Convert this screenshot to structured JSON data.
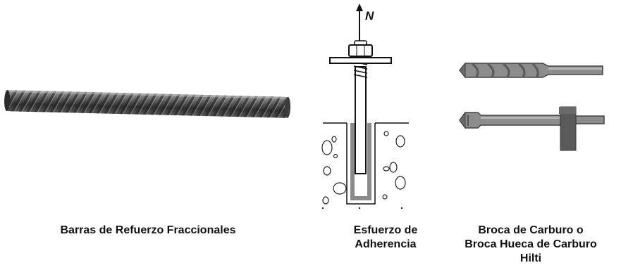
{
  "figures": {
    "rebar": {
      "caption": "Barras de Refuerzo Fraccionales"
    },
    "bond_stress": {
      "force_label": "N",
      "caption_lines": [
        "Esfuerzo de",
        "Adherencia"
      ]
    },
    "carbide_bit": {
      "caption_lines": [
        "Broca de Carburo o",
        "Broca Hueca de Carburo",
        "Hilti"
      ]
    }
  },
  "colors": {
    "steel_dark": "#3a3a3a",
    "steel_mid": "#777777",
    "drill_gray": "#8c8c8c",
    "drill_dark": "#5a5a5a",
    "line": "#111111"
  },
  "icons": [
    "rebar-icon",
    "anchor-bolt-icon",
    "drill-bit-icon",
    "hollow-drill-bit-icon"
  ]
}
